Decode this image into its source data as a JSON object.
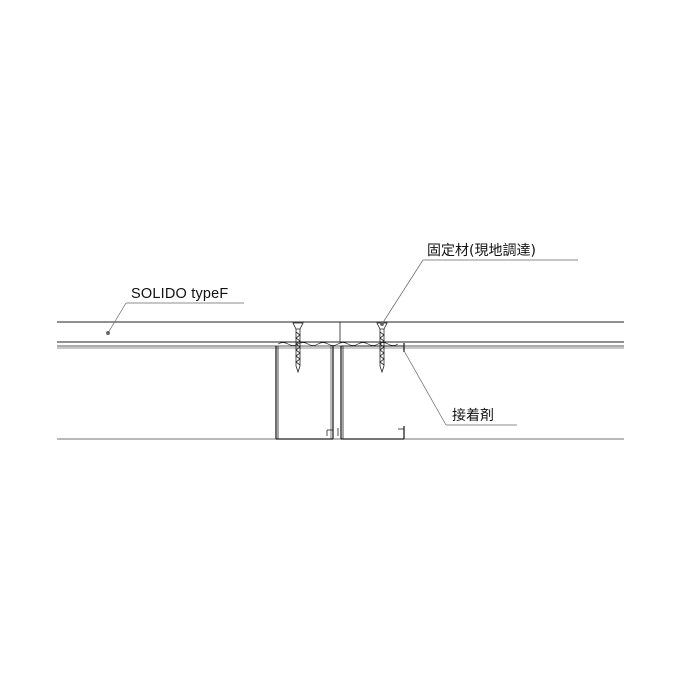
{
  "labels": {
    "panel": "SOLIDO typeF",
    "fastener": "固定材(現地調達)",
    "adhesive": "接着剤"
  },
  "colors": {
    "background": "#ffffff",
    "line": "#222222",
    "leader": "#666666"
  }
}
